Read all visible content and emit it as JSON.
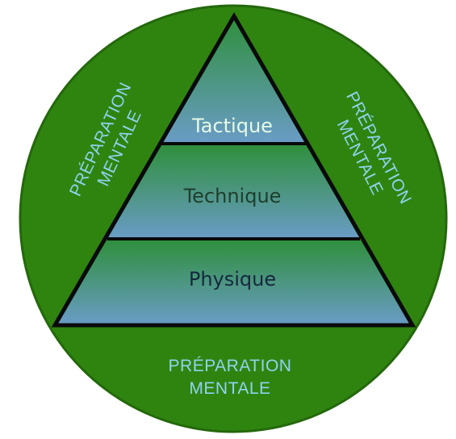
{
  "diagram": {
    "outer_labels": {
      "left": [
        "PRÉPARATION",
        "MENTALE"
      ],
      "right": [
        "PRÉPARATION",
        "MENTALE"
      ],
      "bottom": [
        "PRÉPARATION",
        "MENTALE"
      ]
    },
    "tiers": [
      {
        "label": "Tactique",
        "color": "#e6fae6"
      },
      {
        "label": "Technique",
        "color": "#1f3e2c"
      },
      {
        "label": "Physique",
        "color": "#15283f"
      }
    ]
  },
  "colors": {
    "circle_fill": "#2f8410",
    "circle_edge": "#24680c",
    "outline": "#0a0a0a",
    "tier_top": "#2e8f3a",
    "tier_bottom": "#6a9cc7",
    "outer_text": "#8fd3ee"
  }
}
